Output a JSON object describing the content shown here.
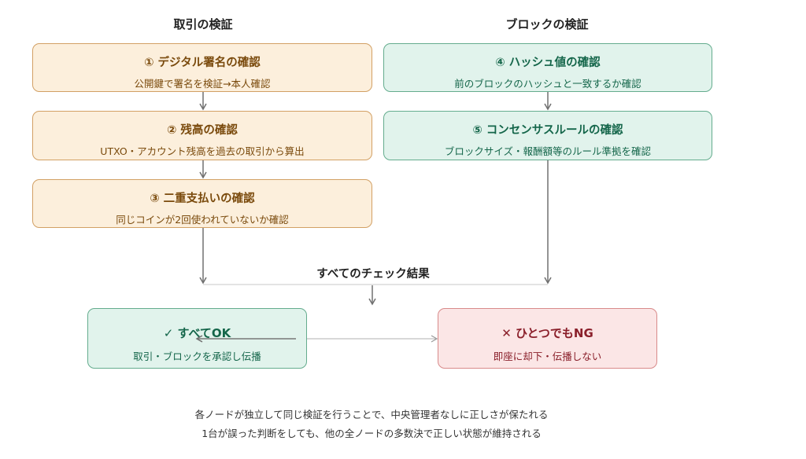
{
  "columns": {
    "left_title": "取引の検証",
    "right_title": "ブロックの検証"
  },
  "left_steps": [
    {
      "title": "① デジタル署名の確認",
      "sub": "公開鍵で署名を検証→本人確認"
    },
    {
      "title": "② 残高の確認",
      "sub": "UTXO・アカウント残高を過去の取引から算出"
    },
    {
      "title": "③ 二重支払いの確認",
      "sub": "同じコインが2回使われていないか確認"
    }
  ],
  "right_steps": [
    {
      "title": "④ ハッシュ値の確認",
      "sub": "前のブロックのハッシュと一致するか確認"
    },
    {
      "title": "⑤ コンセンサスルールの確認",
      "sub": "ブロックサイズ・報酬額等のルール準拠を確認"
    }
  ],
  "result_label": "すべてのチェック結果",
  "ok": {
    "title": "✓ すべてOK",
    "sub": "取引・ブロックを承認し伝播"
  },
  "ng": {
    "title": "✕ ひとつでもNG",
    "sub": "即座に却下・伝播しない"
  },
  "footer": {
    "line1": "各ノードが独立して同じ検証を行うことで、中央管理者なしに正しさが保たれる",
    "line2": "1台が誤った判断をしても、他の全ノードの多数決で正しい状態が維持される"
  },
  "colors": {
    "orange_fill": "#fcefdc",
    "orange_border": "#d2a064",
    "orange_text": "#7a4a0c",
    "green_fill": "#e1f3ec",
    "green_border": "#64ac8e",
    "green_text": "#14664a",
    "red_fill": "#fbe6e6",
    "red_border": "#d88a8a",
    "red_text": "#8a1f2a",
    "arrow": "#707070"
  }
}
